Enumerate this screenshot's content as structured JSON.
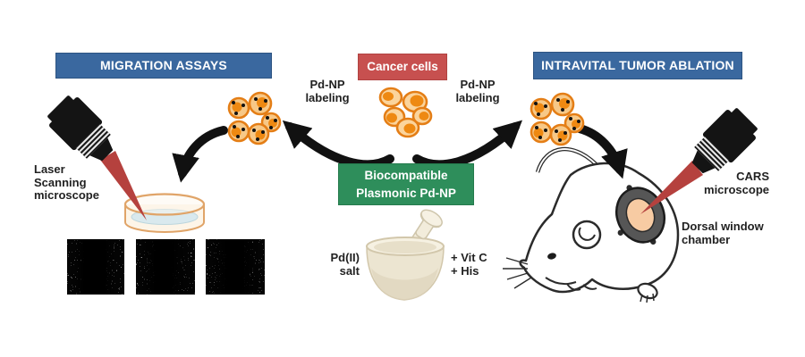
{
  "left_panel": {
    "banner": "MIGRATION ASSAYS",
    "microscope_label": "Laser\nScanning\nmicroscope",
    "labeling_label": "Pd-NP\nlabeling"
  },
  "center_panel": {
    "cancer_cells_banner": "Cancer cells",
    "np_banner": "Biocompatible\nPlasmonic Pd-NP",
    "pd_salt_label": "Pd(II)\nsalt",
    "additives_label": "+ Vit C\n+ His"
  },
  "right_panel": {
    "banner": "INTRAVITAL TUMOR ABLATION",
    "labeling_label": "Pd-NP\nlabeling",
    "microscope_label": "CARS\nmicroscope",
    "chamber_label": "Dorsal window\nchamber"
  },
  "icons": {
    "left_microscope": "laser-scanning-microscope-objective",
    "right_microscope": "cars-microscope-objective",
    "dish": "petri-dish",
    "mortar": "mortar-and-pestle",
    "mouse": "mouse-with-dorsal-window-chamber",
    "cells_plain": "cancer-cell-cluster",
    "cells_labeled": "pd-np-labeled-cell-cluster",
    "migration_images": "migration-assay-micrographs"
  },
  "colors": {
    "banner_blue": "#3a689f",
    "banner_red": "#c7504f",
    "banner_green": "#2e8e5b",
    "cell_outline_orange": "#e47e16",
    "cell_fill_orange": "#fbd49c",
    "nucleus_orange": "#ee8912",
    "laser_red": "#b5413e",
    "chamber_gray": "#565656",
    "chamber_window_peach": "#f7cba3"
  }
}
